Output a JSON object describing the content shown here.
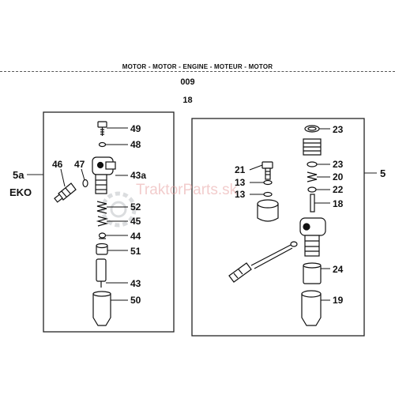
{
  "header": {
    "title": "MOTOR - MOTOR - ENGINE - MOTEUR - MOTOR",
    "page_number": "009",
    "group_number": "18"
  },
  "watermark": {
    "text": "TraktorParts.sk",
    "color": "#e8a3a3"
  },
  "left_panel": {
    "side_label": "5a",
    "variant_label": "EKO",
    "parts": [
      "49",
      "48",
      "46",
      "47",
      "43a",
      "52",
      "45",
      "44",
      "51",
      "43",
      "50"
    ]
  },
  "right_panel": {
    "side_label": "5",
    "parts": [
      "23",
      "21",
      "23",
      "13",
      "20",
      "13",
      "22",
      "18",
      "24",
      "19"
    ]
  }
}
